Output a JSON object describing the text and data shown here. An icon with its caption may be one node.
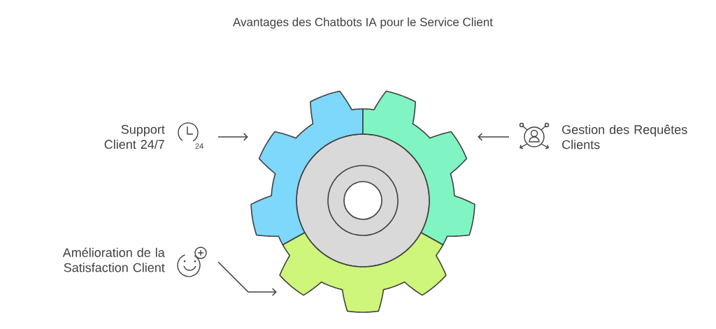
{
  "diagram": {
    "title": "Avantages des Chatbots IA pour le Service Client",
    "nodes": [
      {
        "text": [
          "Support Client 24/7"
        ]
      },
      {
        "text": [
          "Gestion des Requêtes Clients"
        ]
      },
      {
        "text": [
          "Amélioration de la Satisfaction Client"
        ]
      },
      {
        "text": [],
        "shape": "gear"
      },
      {
        "text": [],
        "shape": "gear"
      },
      {
        "text": [],
        "shape": "gear"
      }
    ],
    "edges": [
      {
        "from": 0,
        "to": 3,
        "arrow": "to"
      },
      {
        "from": 1,
        "to": 4,
        "arrow": "to"
      },
      {
        "from": 2,
        "to": 5,
        "arrow": "to"
      }
    ],
    "labels": [
      "24"
    ]
  }
}
